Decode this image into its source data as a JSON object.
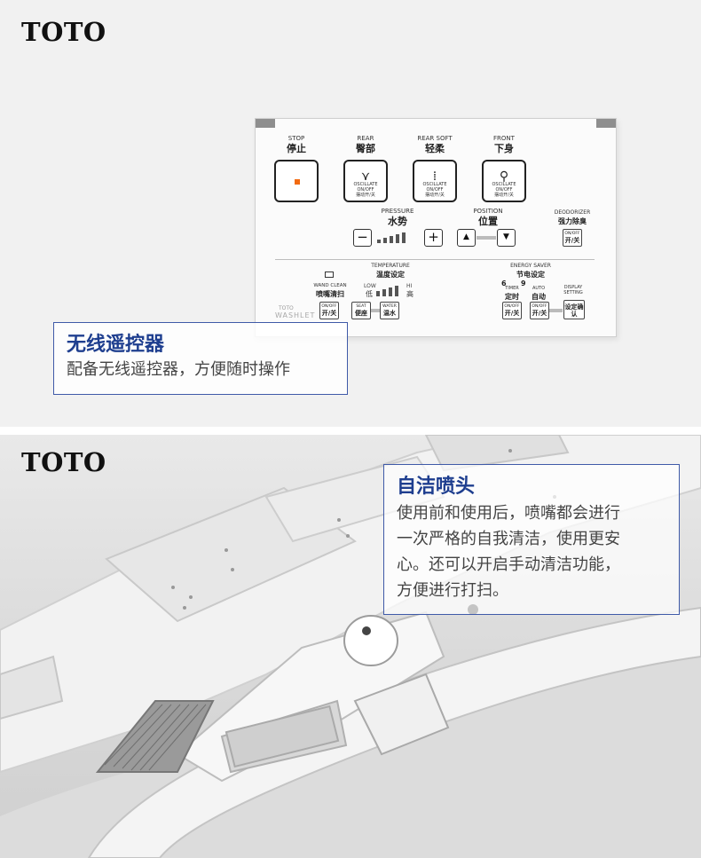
{
  "brand": {
    "logo_top": "TOTO",
    "logo_bottom": "TOTO"
  },
  "remote": {
    "stop": {
      "en": "STOP",
      "cn": "停止"
    },
    "rear": {
      "en": "REAR",
      "cn": "臀部",
      "btn_en": "OSCILLATE ON/OFF",
      "btn_cn": "摆动开/关"
    },
    "rear_soft": {
      "en": "REAR SOFT",
      "cn": "轻柔",
      "btn_en": "OSCILLATE ON/OFF",
      "btn_cn": "摆动开/关"
    },
    "front": {
      "en": "FRONT",
      "cn": "下身",
      "btn_en": "OSCILLATE ON/OFF",
      "btn_cn": "摆动开/关"
    },
    "pressure": {
      "en": "PRESSURE",
      "cn": "水势",
      "minus": "−",
      "plus": "+"
    },
    "position": {
      "en": "POSITION",
      "cn": "位置",
      "up": "▲",
      "down": "▼"
    },
    "deodorizer": {
      "en": "DEODORIZER",
      "cn": "强力除臭",
      "btn_en": "ON/OFF",
      "btn_cn": "开/关"
    },
    "temperature": {
      "en": "TEMPERATURE",
      "cn": "温度设定",
      "low_en": "LOW",
      "low_cn": "低",
      "hi_en": "HI",
      "hi_cn": "高"
    },
    "wand_clean": {
      "en": "WAND CLEAN",
      "cn": "喷嘴清扫",
      "btn_en": "ON/OFF",
      "btn_cn": "开/关"
    },
    "seat": {
      "en": "SEAT",
      "cn": "便座"
    },
    "water": {
      "en": "WATER",
      "cn": "温水"
    },
    "brand_small": "TOTO",
    "washlet": "WASHLET",
    "energy": {
      "en": "ENERGY SAVER",
      "cn": "节电设定",
      "six": "6",
      "nine": "9",
      "timer_en": "TIMER",
      "timer_cn": "定时",
      "auto_en": "AUTO",
      "auto_cn": "自动",
      "btn_en": "ON/OFF",
      "btn_cn": "开/关"
    },
    "display": {
      "en": "DISPLAY SETTING",
      "cn": "设定确认"
    }
  },
  "callout1": {
    "title": "无线遥控器",
    "desc": "配备无线遥控器，方便随时操作"
  },
  "callout2": {
    "title": "自洁喷头",
    "lines": [
      "使用前和使用后，喷嘴都会进行",
      "一次严格的自我清洁，使用更安",
      "心。还可以开启手动清洁功能，",
      "方便进行打扫。"
    ]
  },
  "colors": {
    "accent": "#1e3e8f",
    "callout_border": "#3f5aa8",
    "stop_led": "#f26a10"
  }
}
